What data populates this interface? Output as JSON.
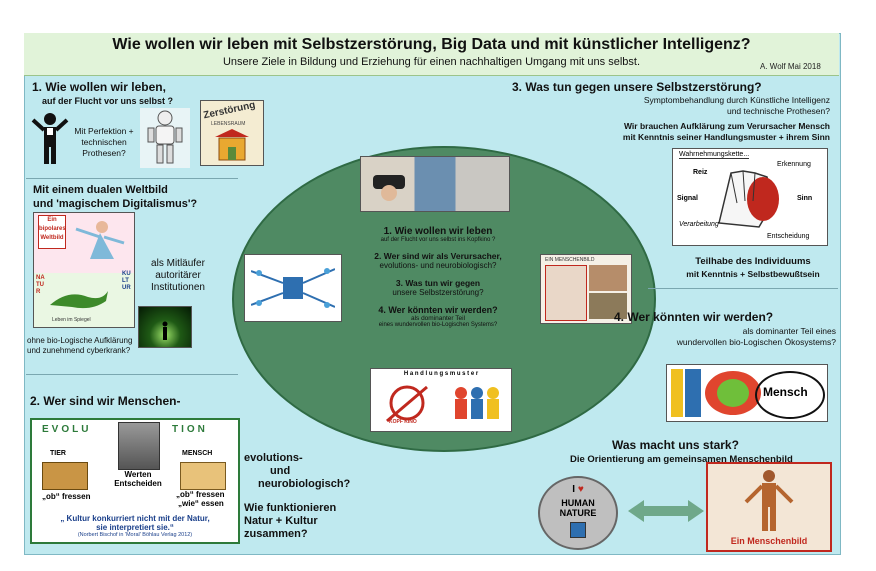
{
  "title": "Wie wollen wir leben mit Selbstzerstörung, Big Data und mit künstlicher Intelligenz?",
  "subtitle": "Unsere Ziele in Bildung und Erziehung  für einen nachhaltigen Umgang mit uns selbst.",
  "author": "A. Wolf Mai 2018",
  "s1": {
    "heading": "1. Wie wollen wir leben,",
    "sub": "auf der Flucht vor uns selbst ?",
    "perfektion": [
      "Mit Perfektion +",
      "technischen",
      "Prothesen?"
    ],
    "zerstoerung": "Zerstörung",
    "lebensraum": "LEBENSRAUM"
  },
  "dual": {
    "heading1": "Mit einem dualen Weltbild",
    "heading2": "und 'magischem Digitalismus'?",
    "img_ein": "Ein",
    "img_bipolares": "bipolares",
    "img_weltbild": "Weltbild",
    "img_natur": "NATUR",
    "img_kultur": "KULTUR",
    "img_spiegel": "Leben im Spiegel",
    "mitlaeufer": [
      "als Mitläufer",
      "autoritärer",
      "Institutionen"
    ],
    "ohne": [
      "ohne bio-Logische Aufklärung",
      "und zunehmend cyberkrank?"
    ]
  },
  "s2": {
    "heading": "2. Wer sind wir Menschen-",
    "evolu": "EVOLU",
    "tion": "TION",
    "tier": "TIER",
    "mensch": "MENSCH",
    "werten": "Werten",
    "entscheiden": "Entscheiden",
    "ob_fressen": "„ob“ fressen",
    "ob_fressen2": "„ob“ fressen",
    "wie_essen": "„wie“ essen",
    "quote1": "„ Kultur konkurriert nicht mit der Natur,",
    "quote2": "sie interpretiert sie.“",
    "quote_src": "(Norbert Bischof in 'Moral' Böhlau Verlag 2012)",
    "evo": [
      "evolutions-",
      "und",
      "neurobiologisch?"
    ],
    "wie": [
      "Wie funktionieren",
      "Natur + Kultur",
      "zusammen?"
    ]
  },
  "center": {
    "q1": "1. Wie wollen wir leben",
    "q1s": "auf der Flucht vor uns selbst ins Kopfkino ?",
    "q2": "2. Wer sind wir als Verursacher,",
    "q2s": "evolutions- und  neurobiologisch?",
    "q3": "3. Was tun wir gegen",
    "q3s": "unsere Selbstzerstörung?",
    "q4": "4. Wer könnten wir werden?",
    "q4s": "als dominanter Teil",
    "q4s2": "eines wundervollen bio-Logischen Systems?",
    "handlungsmuster": "H a n d l u n g s m u s t e r",
    "kopfkino": "KOPF KINO",
    "ein_mensch": "EIN    MENSCHENBILD"
  },
  "s3": {
    "heading": "3. Was tun gegen unsere Selbstzerstörung?",
    "l1": "Symptombehandlung durch Künstliche Intelligenz",
    "l2": "und technische Prothesen?",
    "l3": "Wir brauchen Aufklärung zum Verursacher Mensch",
    "l4": "mit Kenntnis seiner Handlungsmuster + ihrem Sinn",
    "kette": "Wahrnehmungskette...",
    "reiz": "Reiz",
    "erkennung": "Erkennung",
    "signal": "Signal",
    "sinn": "Sinn",
    "verarbeitung": "Verarbeitung",
    "entscheidung": "Entscheidung",
    "teilhabe1": "Teilhabe des Individuums",
    "teilhabe2": "mit Kenntnis + Selbstbewußtsein"
  },
  "s4": {
    "heading": "4. Wer könnten wir werden?",
    "l1": "als dominanter Teil eines",
    "l2": "wundervollen bio-Logischen Ökosystems?",
    "mensch": "Mensch",
    "stark": "Was macht uns stark?",
    "orient": "Die Orientierung am gemeinsamen Menschenbild",
    "i": "I",
    "human": "HUMAN",
    "nature": "NATURE",
    "menschenbild": "Ein Menschenbild"
  },
  "colors": {
    "panel": "#bfe9ef",
    "title_bg": "#e1f3d9",
    "oval": "#4f8a63",
    "accent_red": "#c0281e",
    "accent_green": "#0d7a2a"
  }
}
